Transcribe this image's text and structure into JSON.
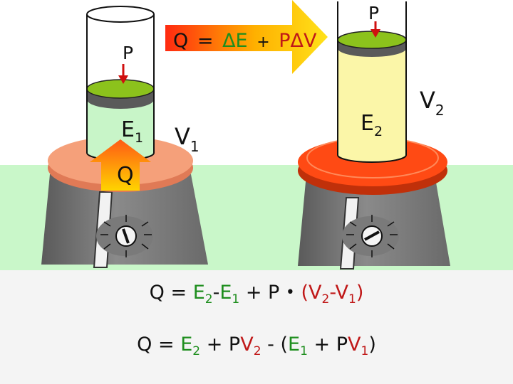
{
  "colors": {
    "energy_green": "#1e8e1e",
    "volume_red": "#c01818",
    "floor": "#c9f7c9",
    "piston": "#8cc21c",
    "gas_initial": "#c8f5c8",
    "gas_final": "#fbf6a8",
    "burner_warm": "#f5a07a",
    "burner_hot": "#ff4a14"
  },
  "arrow_label": {
    "Q": "Q",
    "eq": "=",
    "dE": "ΔE",
    "plus": "+",
    "PdV": "PΔV"
  },
  "left_cylinder": {
    "pressure": "P",
    "energy": "E",
    "energy_sub": "1",
    "heat": "Q",
    "volume": "V",
    "volume_sub": "1"
  },
  "right_cylinder": {
    "pressure": "P",
    "energy": "E",
    "energy_sub": "2",
    "volume": "V",
    "volume_sub": "2"
  },
  "equation1": {
    "Q": "Q",
    "eq": "=",
    "E2": "E",
    "E2_sub": "2",
    "minus": "-",
    "E1": "E",
    "E1_sub": "1",
    "plus": "+",
    "P": "P",
    "dot": "•",
    "open": "(",
    "V2": "V",
    "V2_sub": "2",
    "minus2": "-",
    "V1": "V",
    "V1_sub": "1",
    "close": ")"
  },
  "equation2": {
    "Q": "Q",
    "eq": "=",
    "E2": "E",
    "E2_sub": "2",
    "plus": "+",
    "P": "P",
    "V2": "V",
    "V2_sub": "2",
    "minus": "-",
    "open": "(",
    "E1": "E",
    "E1_sub": "1",
    "plus2": "+",
    "P2": "P",
    "V1": "V",
    "V1_sub": "1",
    "close": ")"
  }
}
